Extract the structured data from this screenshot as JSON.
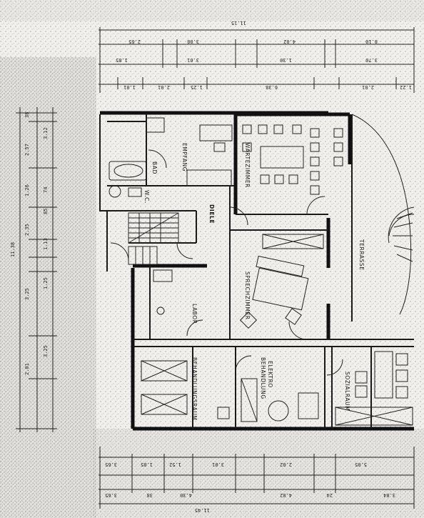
{
  "title_dimension": "11.15",
  "rooms": {
    "empfang": "EMPFANG",
    "wartezimmer": "WARTEZIMMER",
    "bad": "BAD",
    "wc": "W.C.",
    "diele": "DIELE",
    "terrasse": "TERRASSE",
    "sprechzimmer": "SPRECHZIMMER",
    "labor": "LABOR",
    "behandlungsraum": "BEHANDLUNGSRAUM",
    "elektro_1": "ELEKTRO",
    "elektro_2": "BEHANDLUNG",
    "sozialraum": "SOZIALRAUM"
  },
  "dims_top_row1": [
    "2.65",
    "3.08",
    "4.02",
    "8.10"
  ],
  "dims_top_row2": [
    "1.85",
    "3.61",
    "1.30",
    "3.70"
  ],
  "dims_top_row3": [
    "1.01",
    "2.01",
    "1.25",
    "6.38",
    "2.01",
    "1.22"
  ],
  "dims_left_col1": [
    "38",
    "2.57",
    "1.26",
    "2.35",
    "3.25",
    "2.01"
  ],
  "dims_left_col2": [
    "3.12",
    "74",
    "85",
    "1.13",
    "1.25",
    "3.25"
  ],
  "dims_left_total": "11.38",
  "dims_bottom_row1": [
    "3.65",
    "1.85",
    "1.52",
    "3.01",
    "2.02",
    "5.05"
  ],
  "dims_bottom_row2": [
    "3.65",
    "38",
    "4.30",
    "4.02",
    "24",
    "3.84"
  ],
  "dims_bottom_total": "11.45"
}
